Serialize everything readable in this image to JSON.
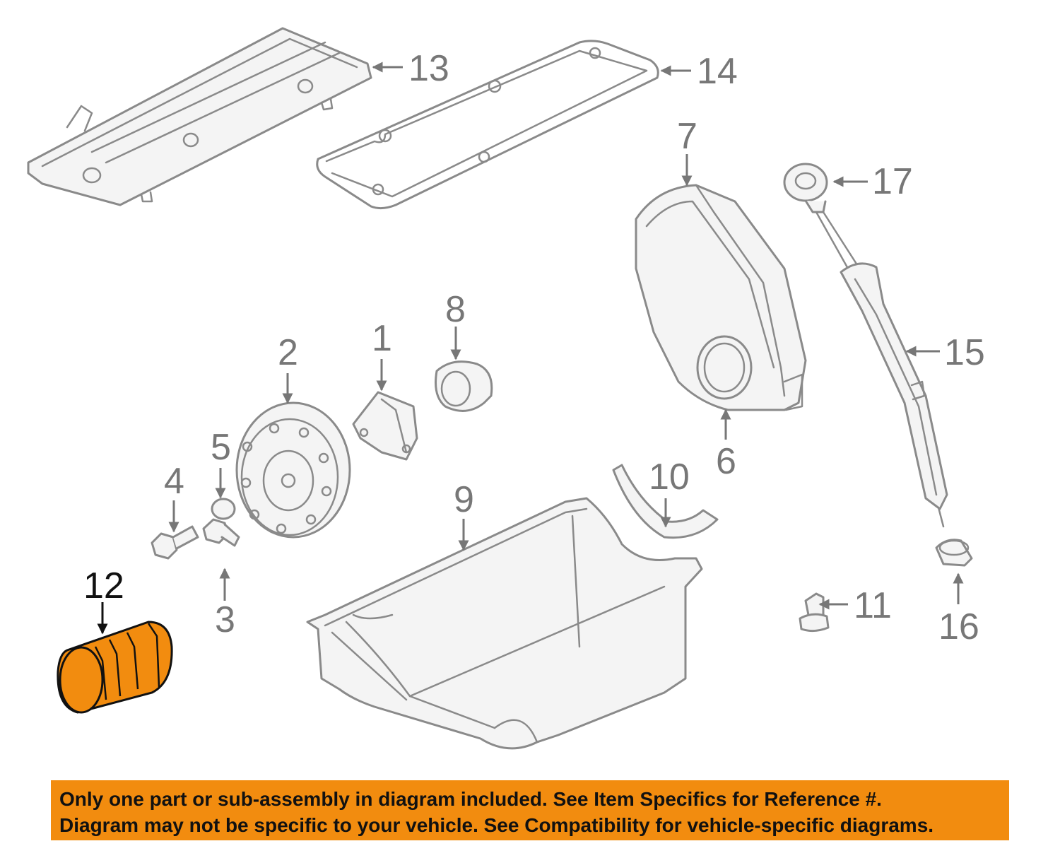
{
  "callouts": {
    "c1": "1",
    "c2": "2",
    "c3": "3",
    "c4": "4",
    "c5": "5",
    "c6": "6",
    "c7": "7",
    "c8": "8",
    "c9": "9",
    "c10": "10",
    "c11": "11",
    "c12": "12",
    "c13": "13",
    "c14": "14",
    "c15": "15",
    "c16": "16",
    "c17": "17"
  },
  "highlighted_part": "12",
  "colors": {
    "highlight": "#f28c0f",
    "line": "#8a8a8a",
    "label": "#777777",
    "banner": "#f28c0f"
  },
  "disclaimer": {
    "line1": "Only one part or sub-assembly in diagram included. See Item Specifics for Reference #.",
    "line2": "Diagram may not be specific to your vehicle. See Compatibility for vehicle-specific diagrams."
  }
}
